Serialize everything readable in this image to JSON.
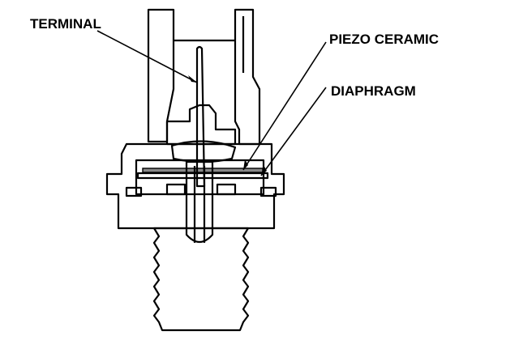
{
  "labels": {
    "terminal": "TERMINAL",
    "piezo_ceramic": "PIEZO CERAMIC",
    "diaphragm": "DIAPHRAGM"
  },
  "colors": {
    "line": "#000000",
    "housing_stipple": "#9a9a9a",
    "hatch": "#000000",
    "background": "#ffffff"
  }
}
